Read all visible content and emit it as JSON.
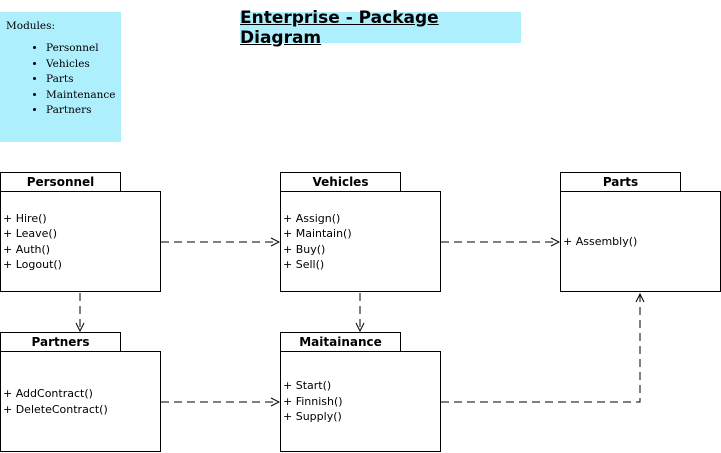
{
  "title": "Enterprise - Package Diagram",
  "modules_note": {
    "heading": "Modules:",
    "items": [
      "Personnel",
      "Vehicles",
      "Parts",
      "Maintenance",
      "Partners"
    ]
  },
  "packages": {
    "personnel": {
      "name": "Personnel",
      "operations": [
        "+ Hire()",
        "+ Leave()",
        "+ Auth()",
        "+ Logout()"
      ]
    },
    "vehicles": {
      "name": "Vehicles",
      "operations": [
        "+ Assign()",
        "+ Maintain()",
        "+ Buy()",
        "+ Sell()"
      ]
    },
    "parts": {
      "name": "Parts",
      "operations": [
        "+ Assembly()"
      ]
    },
    "partners": {
      "name": "Partners",
      "operations": [
        "+ AddContract()",
        "+ DeleteContract()"
      ]
    },
    "maitainance": {
      "name": "Maitainance",
      "operations": [
        "+ Start()",
        "+ Finnish()",
        "+ Supply()"
      ]
    }
  },
  "colors": {
    "note_background": "#aeeffd",
    "line": "#000000"
  }
}
